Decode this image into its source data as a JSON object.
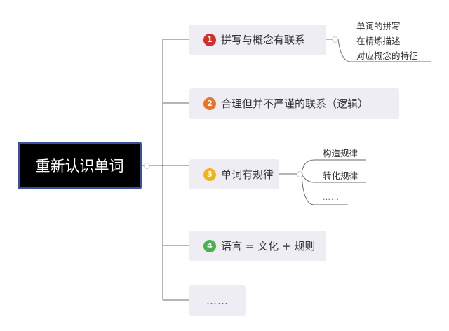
{
  "root": {
    "label": "重新认识单词"
  },
  "branches": [
    {
      "number": "1",
      "label": "拼写与概念有联系",
      "badge_color": "#d0312d"
    },
    {
      "number": "2",
      "label": "合理但并不严谨的联系（逻辑）",
      "badge_color": "#e8742a"
    },
    {
      "number": "3",
      "label": "单词有规律",
      "badge_color": "#f0b31c"
    },
    {
      "number": "4",
      "label": "语言 = 文化 + 规则",
      "badge_color": "#4caf50"
    },
    {
      "label": "……"
    }
  ],
  "branch1_note": [
    "单词的拼写",
    "在精炼描述",
    "对应概念的特征"
  ],
  "branch3_children": [
    "构造规律",
    "转化规律",
    "……"
  ],
  "colors": {
    "connector": "#6b6b6b",
    "node_fill": "#ededf3",
    "root_border": "#3c4ea0"
  }
}
